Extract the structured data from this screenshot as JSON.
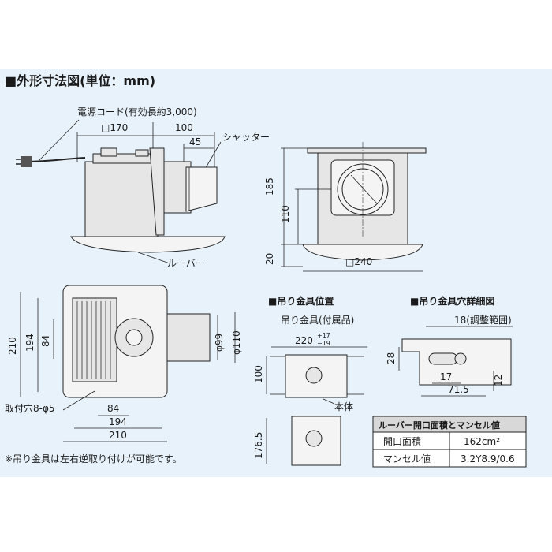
{
  "title": "■外形寸法図(単位：mm)",
  "side_view": {
    "cord_label": "電源コード(有効長約3,000)",
    "square_170": "□170",
    "dim_100": "100",
    "dim_45": "45",
    "shutter_label": "シャッター",
    "louver_label": "ルーバー"
  },
  "front_view": {
    "dim_185": "185",
    "dim_110": "110",
    "dim_20": "20",
    "square_240": "□240"
  },
  "bottom_view": {
    "dim_210_v": "210",
    "dim_194_v": "194",
    "dim_84_v": "84",
    "dim_phi99": "φ99",
    "dim_phi110": "φ110",
    "hole_label": "取付穴8-φ5",
    "dim_84_h": "84",
    "dim_194_h": "194",
    "dim_210_h": "210"
  },
  "bracket_position": {
    "heading": "■吊り金具位置",
    "bracket_label": "吊り金具(付属品)",
    "dim_220": "220",
    "tol_plus": "+17",
    "tol_minus": "−19",
    "dim_100": "100",
    "body_label": "本体",
    "dim_176_5": "176.5"
  },
  "bracket_hole_detail": {
    "heading": "■吊り金具穴詳細図",
    "dim_18": "18(調整範囲)",
    "dim_28": "28",
    "dim_17": "17",
    "dim_12": "12",
    "dim_71_5": "71.5"
  },
  "spec_table": {
    "caption": "ルーバー開口面積とマンセル値",
    "rows": [
      {
        "label": "開口面積",
        "value": "162cm²"
      },
      {
        "label": "マンセル値",
        "value": "3.2Y8.9/0.6"
      }
    ]
  },
  "note": "※吊り金具は左右逆取り付けが可能です。"
}
